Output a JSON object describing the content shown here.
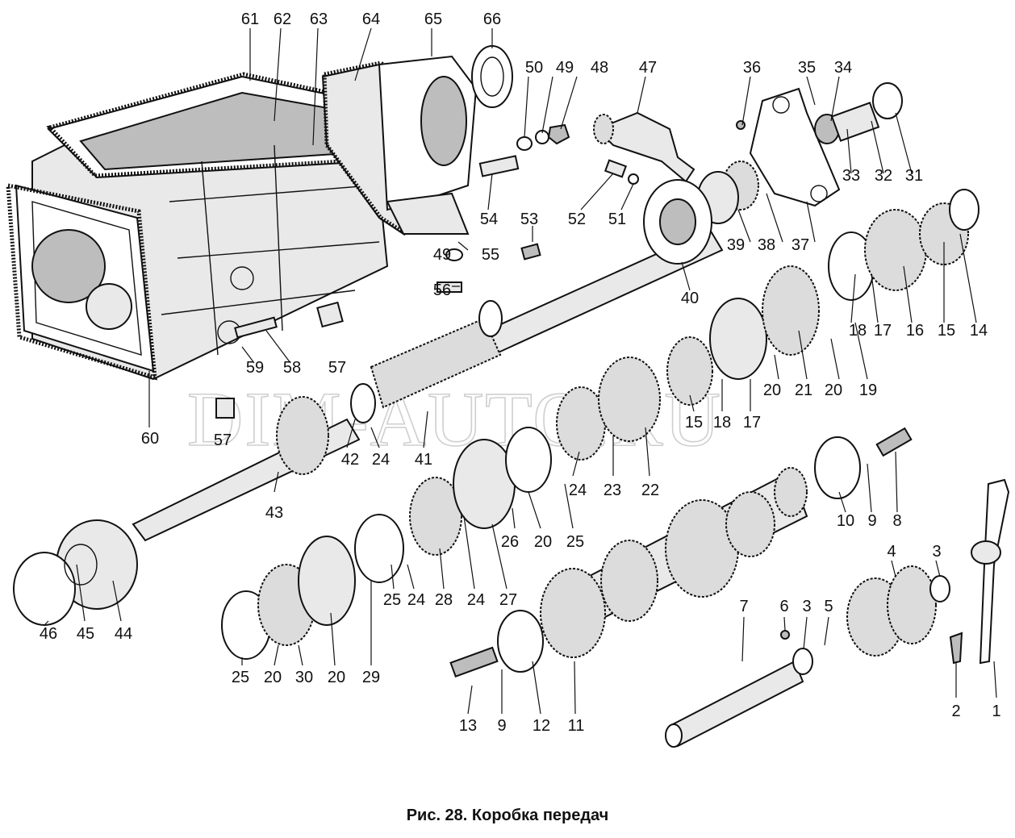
{
  "figure": {
    "caption": "Рис. 28. Коробка передач",
    "watermark": "DIM-AUTO.RU",
    "labels": [
      "61",
      "62",
      "63",
      "64",
      "65",
      "66",
      "50",
      "49",
      "48",
      "47",
      "36",
      "35",
      "34",
      "52",
      "51",
      "54",
      "53",
      "55",
      "49",
      "56",
      "57",
      "58",
      "59",
      "60",
      "57",
      "33",
      "32",
      "31",
      "39",
      "38",
      "37",
      "40",
      "14",
      "15",
      "16",
      "17",
      "18",
      "19",
      "20",
      "21",
      "20",
      "15",
      "18",
      "17",
      "42",
      "24",
      "41",
      "43",
      "24",
      "23",
      "22",
      "46",
      "45",
      "44",
      "26",
      "20",
      "25",
      "25",
      "24",
      "28",
      "24",
      "27",
      "10",
      "9",
      "8",
      "25",
      "20",
      "30",
      "20",
      "29",
      "13",
      "9",
      "12",
      "11",
      "7",
      "6",
      "3",
      "5",
      "4",
      "3",
      "2",
      "1"
    ]
  }
}
